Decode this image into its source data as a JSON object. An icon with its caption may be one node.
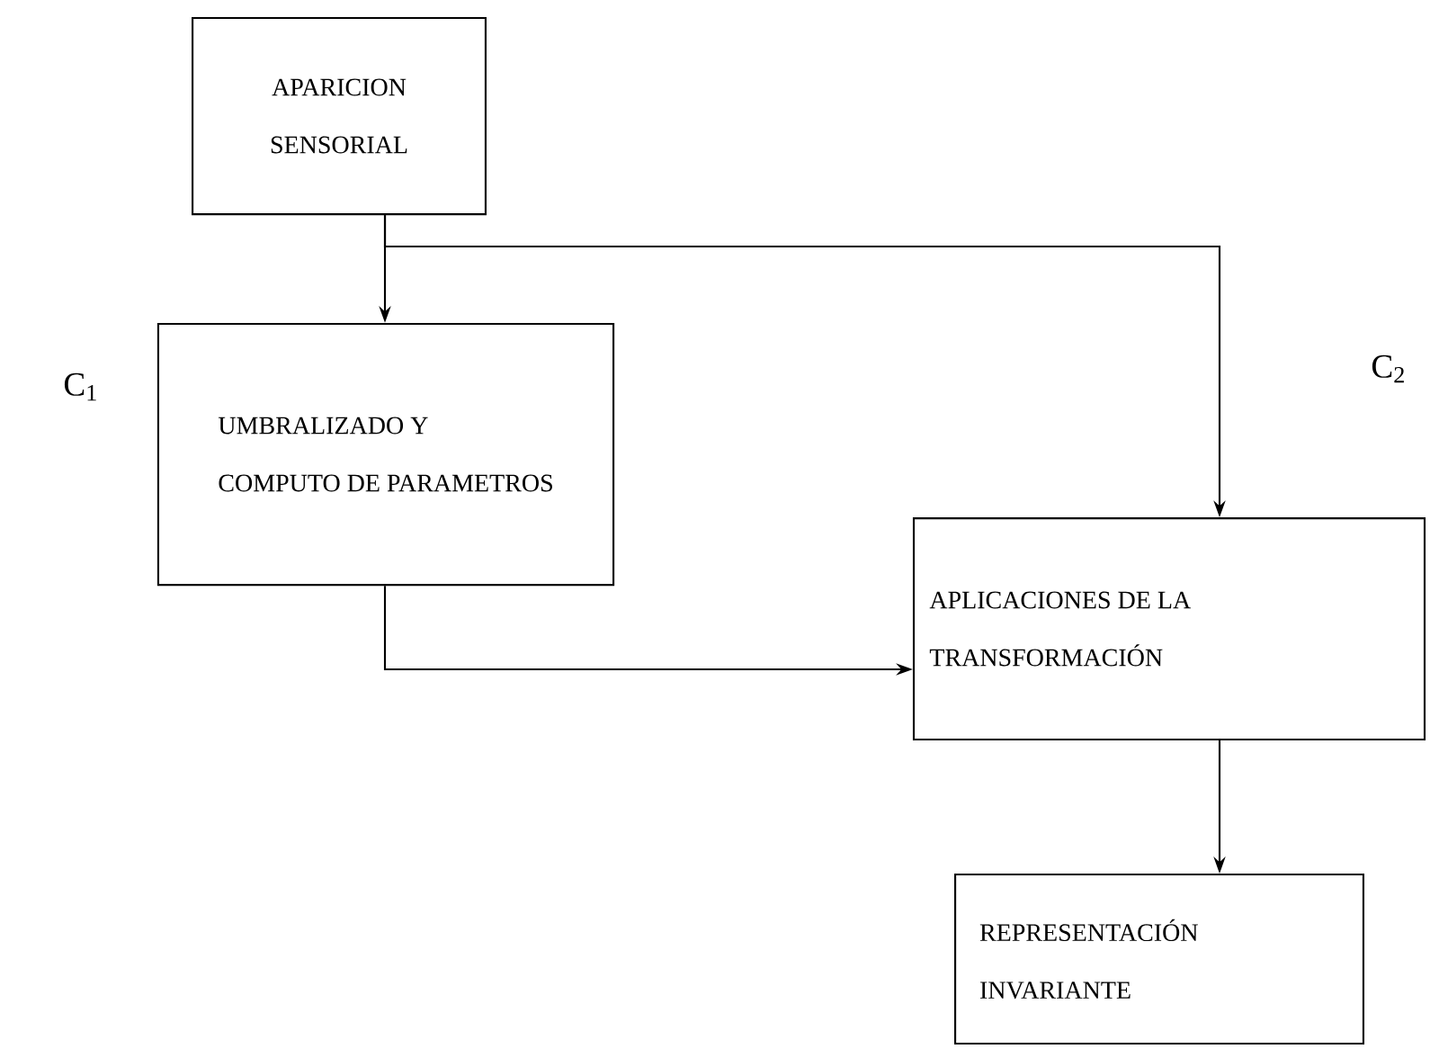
{
  "diagram": {
    "nodes": [
      {
        "text": [
          "APARICION SENSORIAL"
        ]
      },
      {
        "text": [
          "UMBRALIZADO Y COMPUTO DE PARAMETROS"
        ]
      },
      {
        "text": [
          "APLICACIONES DE LA TRANSFORMACIÓN"
        ]
      },
      {
        "text": [
          "REPRESENTACIÓN INVARIANTE"
        ]
      }
    ],
    "edges": [
      {
        "from": 0,
        "to": 1,
        "arrow": "to"
      },
      {
        "from": 0,
        "to": 2,
        "arrow": "to"
      },
      {
        "from": 1,
        "to": 2,
        "arrow": "to"
      },
      {
        "from": 2,
        "to": 3,
        "arrow": "to"
      }
    ],
    "labels": [
      "C$_{1}$",
      "C$_{2}$"
    ]
  }
}
